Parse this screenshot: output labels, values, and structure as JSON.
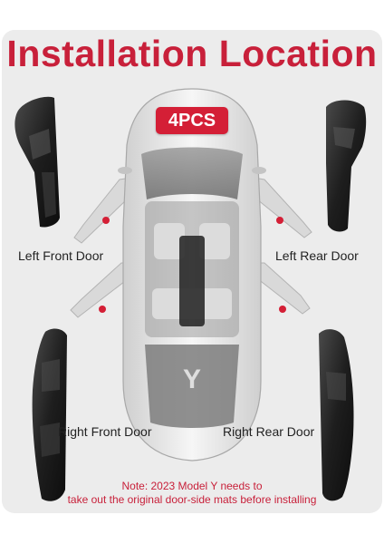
{
  "title": "Installation Location",
  "badge": "4PCS",
  "labels": {
    "left_front": "Left Front Door",
    "left_rear": "Left Rear Door",
    "right_front": "Right Front Door",
    "right_rear": "Right Rear Door"
  },
  "car_logo_letter": "Y",
  "note": {
    "line1": "Note: 2023 Model Y needs to",
    "line2": "take out the original door-side mats before installing"
  },
  "colors": {
    "accent": "#c8203a",
    "badge": "#d41f36",
    "background": "#ececec",
    "mat": "#1e1e1e"
  }
}
